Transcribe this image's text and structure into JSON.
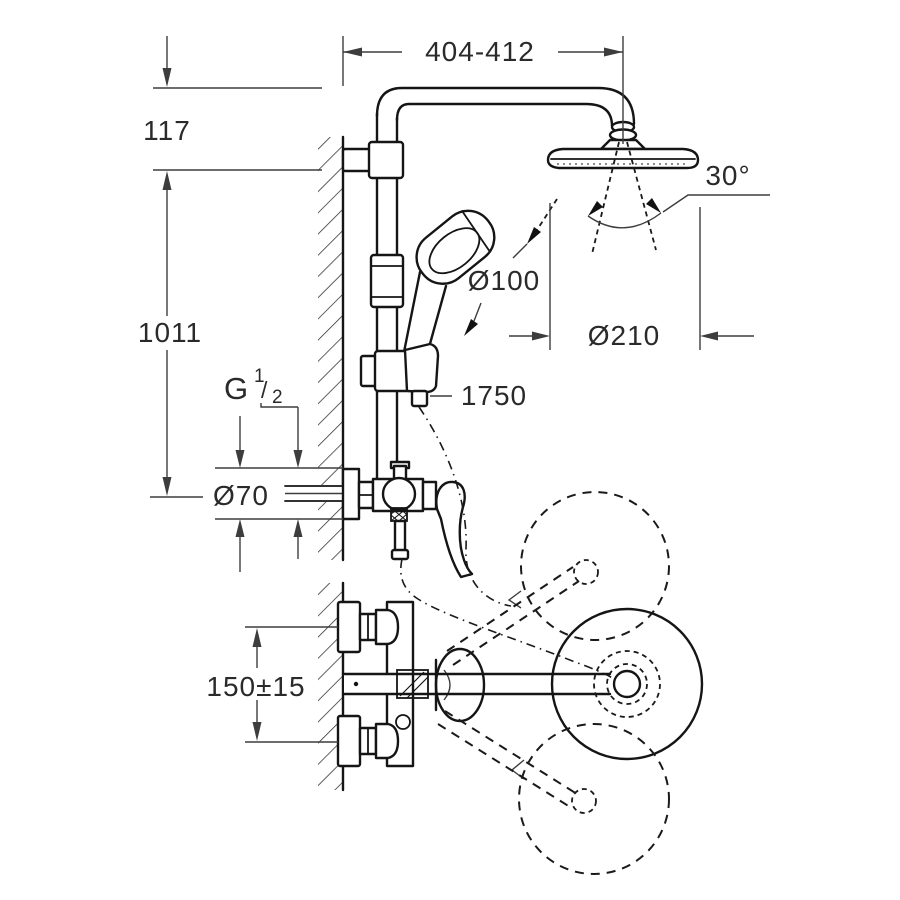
{
  "page": {
    "background": "#ffffff",
    "ink": "#1a1a1a",
    "dim_line_color": "#3d3d3d"
  },
  "drawing": {
    "type": "technical-dimension-drawing",
    "labels": {
      "top_width": "404-412",
      "top_offset": "117",
      "rail_height": "1011",
      "head_tilt_angle": "30°",
      "hand_shower_diameter": "Ø100",
      "head_shower_diameter": "Ø210",
      "hose_length": "1750",
      "thread_letter": "G",
      "thread_numerator": "1",
      "thread_fraction_slash": "/",
      "thread_denominator": "2",
      "escutcheon_diameter": "Ø70",
      "supply_spacing": "150±15"
    }
  }
}
